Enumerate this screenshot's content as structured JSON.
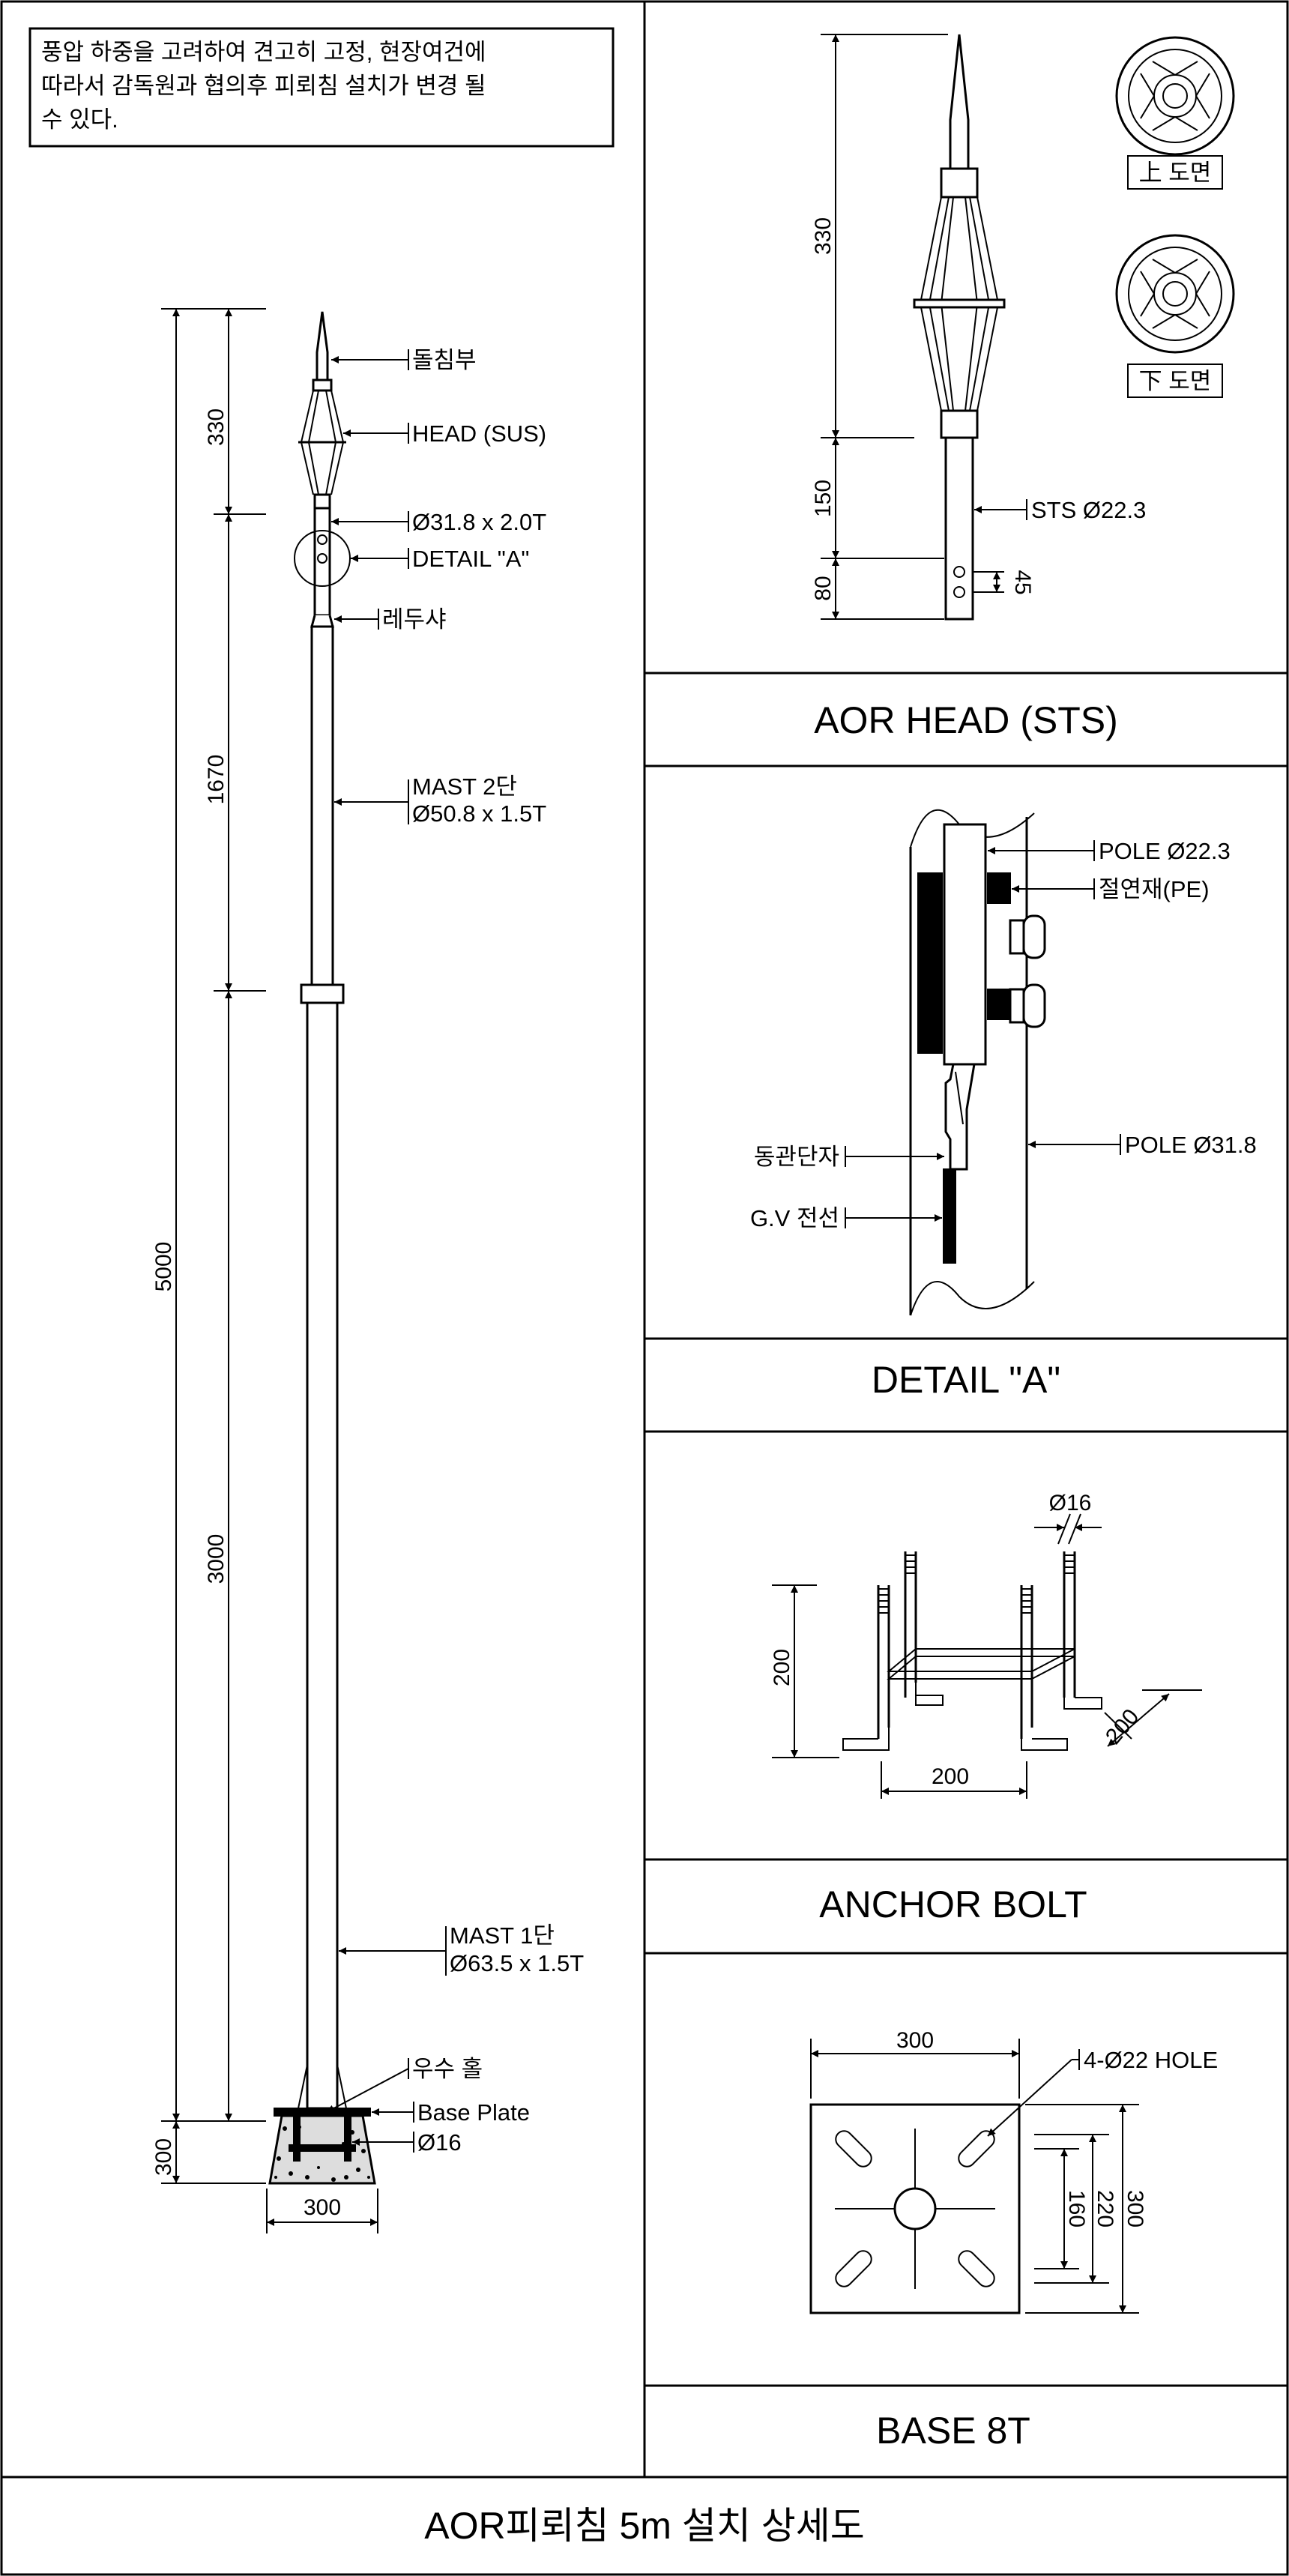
{
  "note_lines": [
    "풍압 하중을 고려하여 견고히 고정, 현장여건에",
    "따라서 감독원과 협의후 피뢰침 설치가 변경 될",
    "수 있다."
  ],
  "main": {
    "labels": {
      "tip": "돌침부",
      "head": "HEAD (SUS)",
      "pipe": "Ø31.8 x 2.0T",
      "detail": "DETAIL \"A\"",
      "reducer": "레두샤",
      "mast2_a": "MAST 2단",
      "mast2_b": "Ø50.8 x 1.5T",
      "mast1_a": "MAST 1단",
      "mast1_b": "Ø63.5 x 1.5T",
      "drain": "우수 홀",
      "baseplate": "Base Plate",
      "bolt": "Ø16"
    },
    "dims": {
      "total": "5000",
      "d330": "330",
      "d1670": "1670",
      "d3000": "3000",
      "d300v": "300",
      "d300h": "300"
    }
  },
  "head_panel": {
    "caption": "AOR HEAD (STS)",
    "top_view": "上 도면",
    "bottom_view": "下 도면",
    "dims": {
      "d330": "330",
      "d150": "150",
      "d80": "80",
      "d45": "45"
    },
    "sts_label": "STS Ø22.3"
  },
  "detail_panel": {
    "caption": "DETAIL \"A\"",
    "pole_small": "POLE Ø22.3",
    "insulator": "절연재(PE)",
    "pole_large": "POLE Ø31.8",
    "terminal": "동관단자",
    "wire": "G.V 전선"
  },
  "anchor_panel": {
    "caption": "ANCHOR BOLT",
    "diameter": "Ø16",
    "height": "200",
    "width": "200",
    "depth": "200"
  },
  "base_panel": {
    "caption": "BASE 8T",
    "width": "300",
    "hole": "4-Ø22 HOLE",
    "d160": "160",
    "d220": "220",
    "d300": "300"
  },
  "footer": {
    "title": "AOR피뢰침 5m 설치 상세도"
  }
}
